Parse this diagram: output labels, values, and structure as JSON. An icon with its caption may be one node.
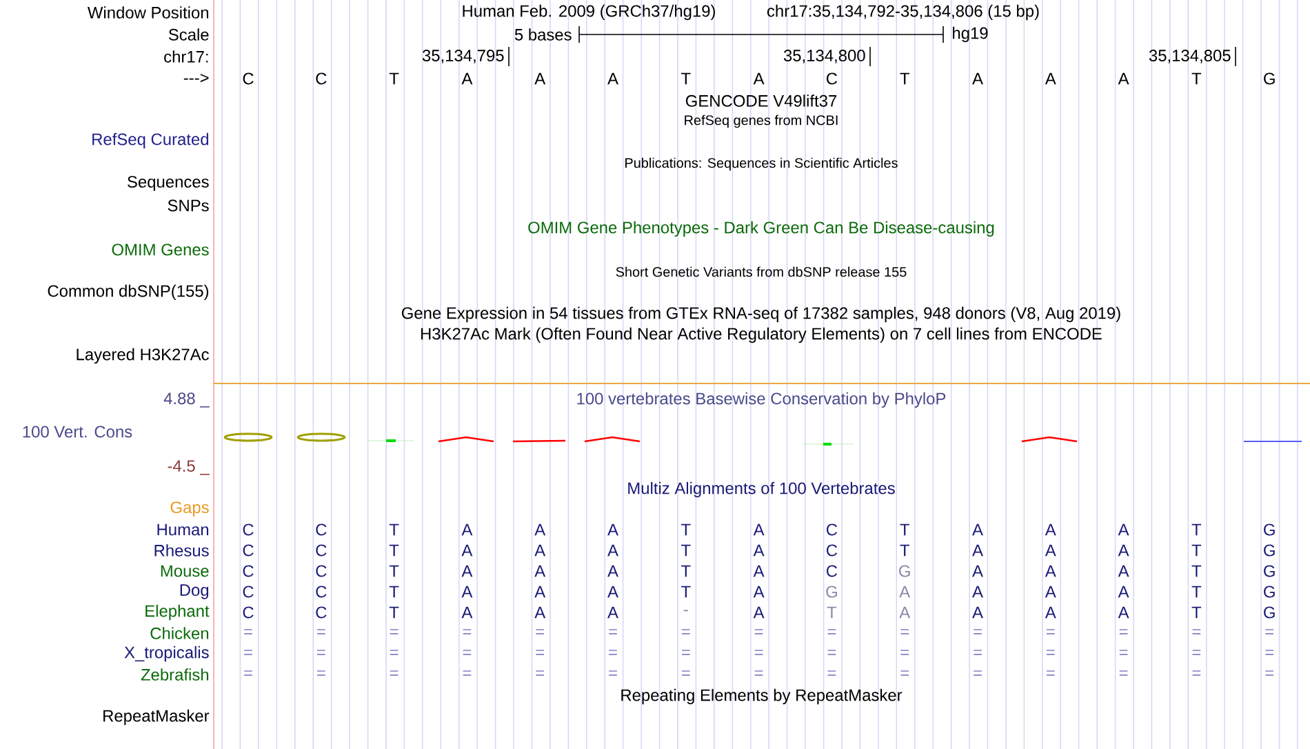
{
  "diagram": {
    "labels": [
      "Window Position",
      "Human Feb. 2009 (GRCh37/hg19)",
      "chr17:35,134,792-35,134,806 (15 bp)",
      "Scale",
      "5 bases",
      "hg19",
      "chr17:",
      "35,134,795",
      "35,134,800",
      "35,134,805",
      "--->",
      "C",
      "C",
      "T",
      "A",
      "A",
      "A",
      "T",
      "A",
      "C",
      "T",
      "A",
      "A",
      "A",
      "T",
      "G",
      "GENCODE V49lift37",
      "RefSeq genes from NCBI",
      "RefSeq Curated",
      "Publications: Sequences in Scientific Articles",
      "Sequences",
      "SNPs",
      "OMIM Gene Phenotypes - Dark Green Can Be Disease-causing",
      "OMIM Genes",
      "Short Genetic Variants from dbSNP release 155",
      "Common dbSNP(155)",
      "Gene Expression in 54 tissues from GTEx RNA-seq of 17382 samples, 948 donors (V8, Aug 2019)",
      "H3K27Ac Mark (Often Found Near Active Regulatory Elements) on 7 cell lines from ENCODE",
      "Layered H3K27Ac",
      "4.88 _",
      "100 vertebrates Basewise Conservation by PhyloP",
      "100 Vert. Cons",
      "-4.5 _",
      "Multiz Alignments of 100 Vertebrates",
      "Gaps",
      "Human",
      "C",
      "C",
      "T",
      "A",
      "A",
      "A",
      "T",
      "A",
      "C",
      "T",
      "A",
      "A",
      "A",
      "T",
      "G",
      "Rhesus",
      "C",
      "C",
      "T",
      "A",
      "A",
      "A",
      "T",
      "A",
      "C",
      "T",
      "A",
      "A",
      "A",
      "T",
      "G",
      "Mouse",
      "C",
      "C",
      "T",
      "A",
      "A",
      "A",
      "T",
      "A",
      "C",
      "G",
      "A",
      "A",
      "A",
      "T",
      "G",
      "Dog",
      "C",
      "C",
      "T",
      "A",
      "A",
      "A",
      "T",
      "A",
      "G",
      "A",
      "A",
      "A",
      "A",
      "T",
      "G",
      "Elephant",
      "C",
      "C",
      "T",
      "A",
      "A",
      "A",
      "-",
      "A",
      "T",
      "A",
      "A",
      "A",
      "A",
      "T",
      "G",
      "Chicken",
      "=",
      "=",
      "=",
      "=",
      "=",
      "=",
      "=",
      "=",
      "=",
      "=",
      "=",
      "=",
      "=",
      "=",
      "=",
      "X_tropicalis",
      "=",
      "=",
      "=",
      "=",
      "=",
      "=",
      "=",
      "=",
      "=",
      "=",
      "=",
      "=",
      "=",
      "=",
      "=",
      "Zebrafish",
      "=",
      "=",
      "=",
      "=",
      "=",
      "=",
      "=",
      "=",
      "=",
      "=",
      "=",
      "=",
      "=",
      "=",
      "=",
      "Repeating Elements by RepeatMasker",
      "RepeatMasker"
    ]
  }
}
